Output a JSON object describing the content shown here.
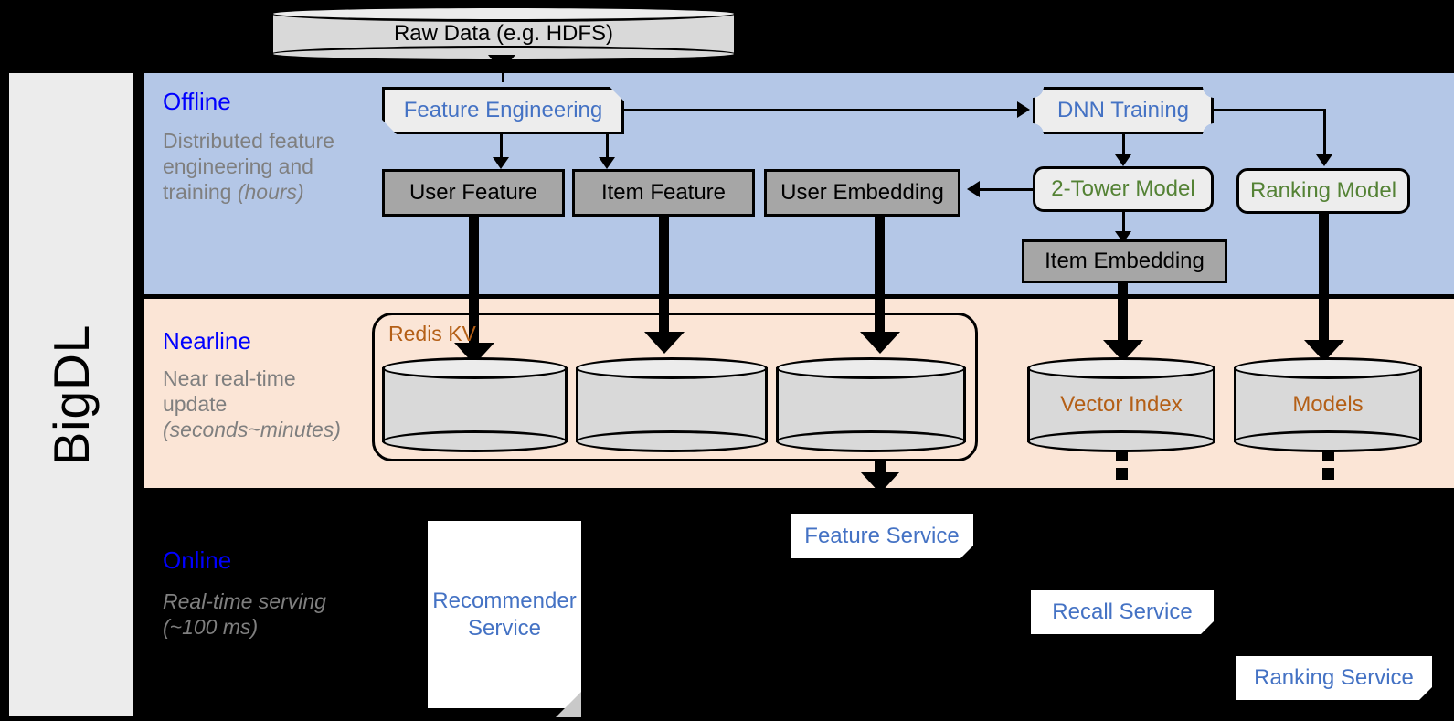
{
  "sidebar": {
    "label": "BigDL"
  },
  "layers": [
    {
      "name": "Offline",
      "title": "Offline",
      "subtitle_plain": "Distributed feature engineering and training ",
      "subtitle_italic": "(hours)",
      "bg": "#b4c7e7"
    },
    {
      "name": "Nearline",
      "title": "Nearline",
      "subtitle_plain": "Near real-time update ",
      "subtitle_italic": "(seconds~minutes)",
      "bg": "#fbe5d6"
    },
    {
      "name": "Online",
      "title": "Online",
      "subtitle_plain": "Real-time serving ",
      "subtitle_italic": "(~100 ms)",
      "bg": "#000000"
    }
  ],
  "source": {
    "raw_data": "Raw Data (e.g. HDFS)"
  },
  "offline": {
    "feature_engineering": "Feature Engineering",
    "dnn_training": "DNN Training",
    "user_feature": "User Feature",
    "item_feature": "Item Feature",
    "user_embedding": "User Embedding",
    "two_tower_model": "2-Tower Model",
    "ranking_model": "Ranking Model",
    "item_embedding": "Item Embedding"
  },
  "nearline": {
    "redis_kv": "Redis KV",
    "stores": [
      "",
      "",
      ""
    ],
    "vector_index": "Vector Index",
    "models": "Models"
  },
  "online": {
    "recommender_service": "Recommender Service",
    "feature_service": "Feature Service",
    "recall_service": "Recall Service",
    "ranking_service": "Ranking Service"
  },
  "colors": {
    "offline_bg": "#b4c7e7",
    "nearline_bg": "#fbe5d6",
    "online_bg": "#000000",
    "layer_title": "#0000ff",
    "layer_subtitle": "#7f7f7f",
    "process_blue_text": "#4472c4",
    "process_green_text": "#548235",
    "store_brown_text": "#b45f16",
    "data_box": "#a6a6a6",
    "cylinder": "#d9d9d9",
    "sidebar": "#ececec"
  }
}
